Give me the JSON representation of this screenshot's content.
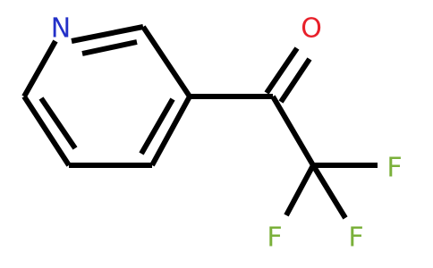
{
  "molecule": {
    "atoms": {
      "nitrogen": "N",
      "oxygen": "O",
      "fluorine_1": "F",
      "fluorine_2": "F",
      "fluorine_3": "F"
    },
    "colors": {
      "bond": "#000000",
      "nitrogen": "#2330c8",
      "oxygen": "#e8202a",
      "fluorine": "#7ab03a"
    }
  }
}
